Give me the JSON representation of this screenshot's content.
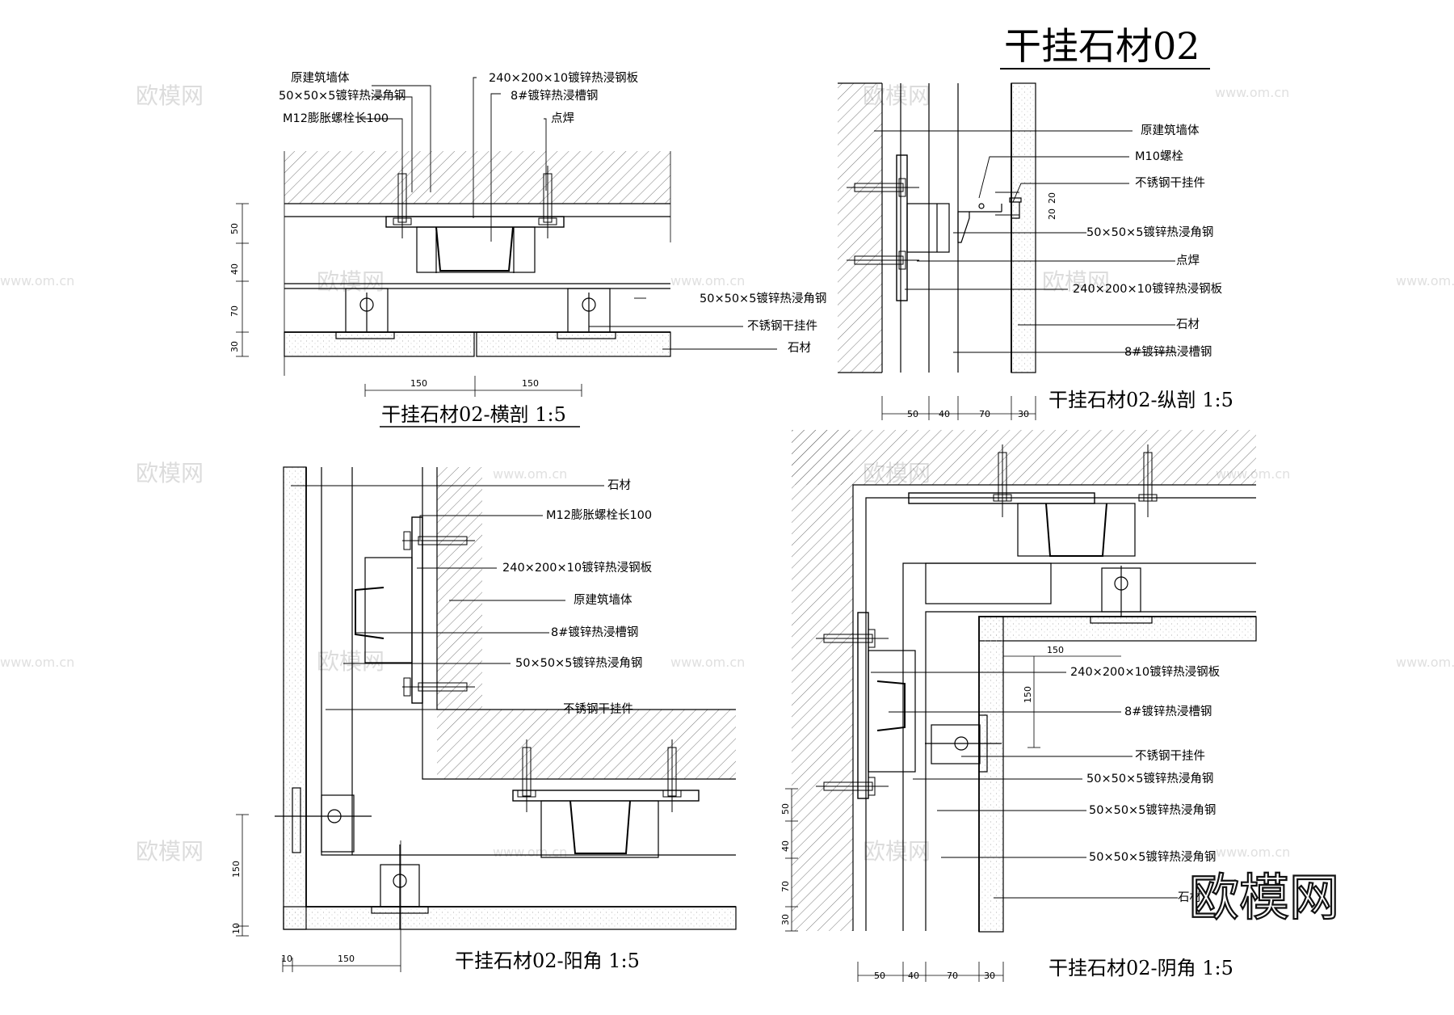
{
  "title": "干挂石材02",
  "brand_mark": "欧模网",
  "watermark": {
    "text": "欧模网",
    "url": "www.om.cn"
  },
  "views": {
    "cross": {
      "title": "干挂石材02-横剖 1:5",
      "labels": [
        "原建筑墙体",
        "50×50×5镀锌热浸角钢",
        "M12膨胀螺栓长100",
        "240×200×10镀锌热浸钢板",
        "8#镀锌热浸槽钢",
        "点焊",
        "50×50×5镀锌热浸角钢",
        "不锈钢干挂件",
        "石材"
      ],
      "dims_v": [
        "50",
        "40",
        "70",
        "30"
      ],
      "dims_h": [
        "150",
        "150"
      ]
    },
    "long": {
      "title": "干挂石材02-纵剖 1:5",
      "labels": [
        "原建筑墙体",
        "M10螺栓",
        "不锈钢干挂件",
        "50×50×5镀锌热浸角钢",
        "点焊",
        "240×200×10镀锌热浸钢板",
        "石材",
        "8#镀锌热浸槽钢"
      ],
      "dims_h": [
        "50",
        "40",
        "70",
        "30"
      ],
      "dims_small": [
        "20",
        "20"
      ]
    },
    "outer": {
      "title": "干挂石材02-阳角 1:5",
      "labels": [
        "石材",
        "M12膨胀螺栓长100",
        "240×200×10镀锌热浸钢板",
        "原建筑墙体",
        "8#镀锌热浸槽钢",
        "50×50×5镀锌热浸角钢",
        "不锈钢干挂件"
      ],
      "dims_v": [
        "150",
        "10"
      ],
      "dims_h": [
        "10",
        "150"
      ]
    },
    "inner": {
      "title": "干挂石材02-阴角 1:5",
      "labels": [
        "240×200×10镀锌热浸钢板",
        "8#镀锌热浸槽钢",
        "不锈钢干挂件",
        "50×50×5镀锌热浸角钢",
        "50×50×5镀锌热浸角钢",
        "50×50×5镀锌热浸角钢",
        "石材"
      ],
      "dims_v": [
        "50",
        "40",
        "70",
        "30"
      ],
      "dims_h": [
        "50",
        "40",
        "70",
        "30"
      ],
      "dims_corner": [
        "150",
        "150"
      ]
    }
  }
}
